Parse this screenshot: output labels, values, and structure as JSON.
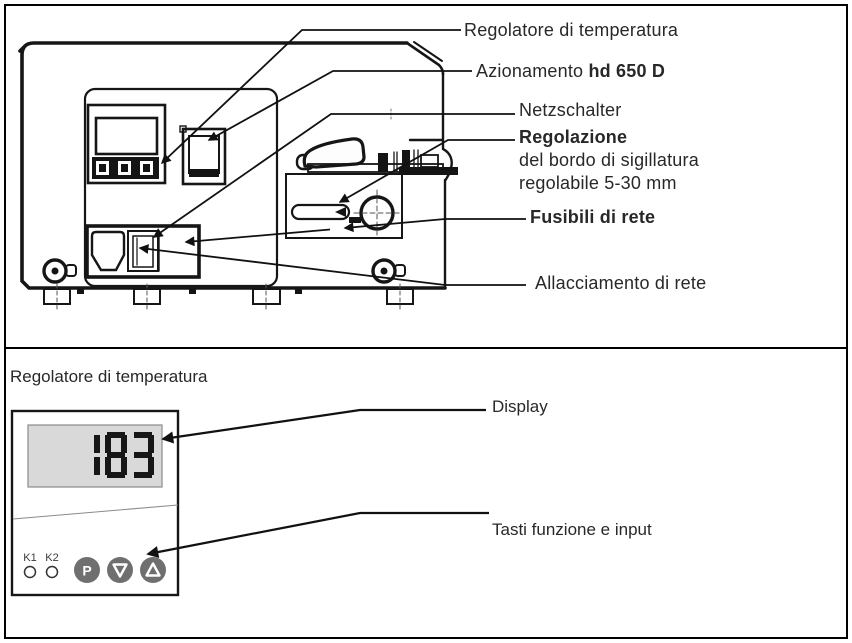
{
  "top_section": {
    "labels": {
      "regolatore": "Regolatore di temperatura",
      "azionamento_prefix": "Azionamento ",
      "azionamento_model": "hd 650 D",
      "netzschalter": "Netzschalter",
      "regolazione_line1": "Regolazione",
      "regolazione_line2": "del bordo di sigillatura",
      "regolazione_line3": "regolabile 5-30 mm",
      "fusibili": "Fusibili di rete",
      "allacciamento": "Allacciamento di rete"
    }
  },
  "bottom_section": {
    "title": "Regolatore di temperatura",
    "display_label": "Display",
    "tasti_label": "Tasti funzione e input",
    "controller": {
      "display_value": "183",
      "led1_label": "K1",
      "led2_label": "K2",
      "button_p_label": "P",
      "display_bg": "#d9d9d9",
      "segment_color": "#161616",
      "button_color": "#6f6f6f"
    }
  }
}
